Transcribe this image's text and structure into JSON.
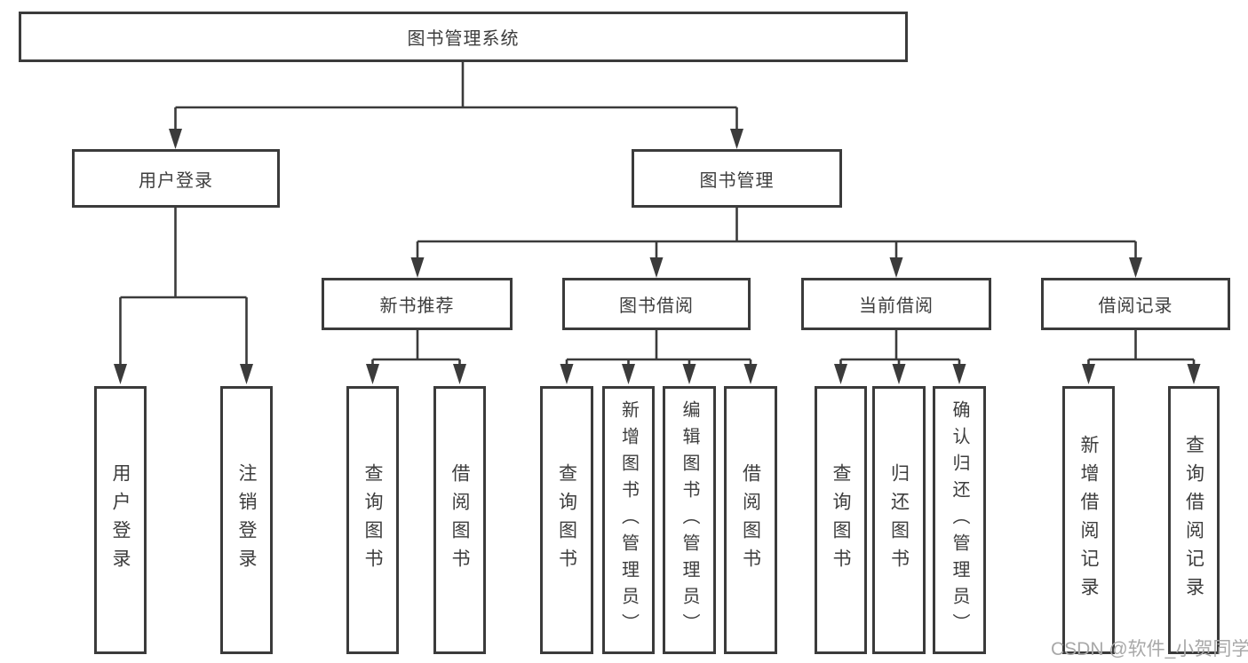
{
  "diagram": {
    "type": "hierarchy-tree",
    "title": "图书管理系统",
    "structure": {
      "root": [
        "user_login",
        "book_mgmt"
      ],
      "user_login": [
        "ul_login",
        "ul_logout"
      ],
      "book_mgmt": [
        "new_book_rec",
        "book_borrow",
        "current_borrow",
        "borrow_records"
      ],
      "new_book_rec": [
        "nb_query",
        "nb_borrow"
      ],
      "book_borrow": [
        "bb_query",
        "bb_add",
        "bb_edit",
        "bb_borrow"
      ],
      "current_borrow": [
        "cb_query",
        "cb_return",
        "cb_confirm"
      ],
      "borrow_records": [
        "br_add",
        "br_query"
      ]
    }
  },
  "nodes": {
    "root": {
      "label": "图书管理系统"
    },
    "user_login": {
      "label": "用户登录"
    },
    "book_mgmt": {
      "label": "图书管理"
    },
    "new_book_rec": {
      "label": "新书推荐"
    },
    "book_borrow": {
      "label": "图书借阅"
    },
    "current_borrow": {
      "label": "当前借阅"
    },
    "borrow_records": {
      "label": "借阅记录"
    },
    "ul_login": {
      "label": "用户登录"
    },
    "ul_logout": {
      "label": "注销登录"
    },
    "nb_query": {
      "label": "查询图书"
    },
    "nb_borrow": {
      "label": "借阅图书"
    },
    "bb_query": {
      "label": "查询图书"
    },
    "bb_add": {
      "label": "新增图书（管理员）"
    },
    "bb_edit": {
      "label": "编辑图书（管理员）"
    },
    "bb_borrow": {
      "label": "借阅图书"
    },
    "cb_query": {
      "label": "查询图书"
    },
    "cb_return": {
      "label": "归还图书"
    },
    "cb_confirm": {
      "label": "确认归还（管理员）"
    },
    "br_add": {
      "label": "新增借阅记录"
    },
    "br_query": {
      "label": "查询借阅记录"
    }
  },
  "watermark": {
    "text": "CSDN @软件_小贺同学"
  },
  "colors": {
    "line": "#3b3b3b",
    "text": "#3d3d3d",
    "watermark": "#a8a8a8",
    "background": "#ffffff"
  }
}
